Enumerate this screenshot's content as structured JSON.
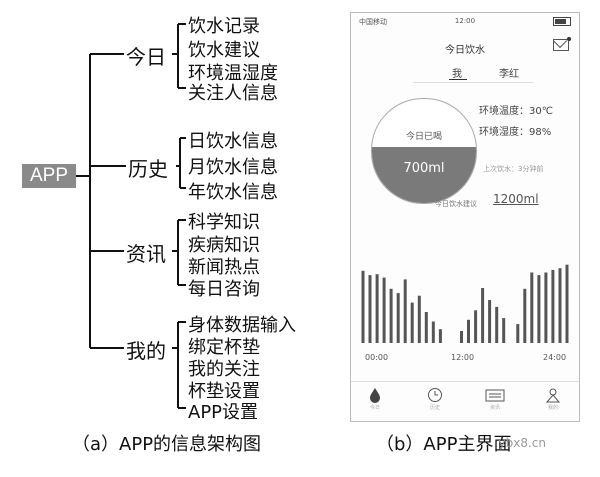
{
  "tree": {
    "root": "APP",
    "groups": [
      {
        "label": "今日",
        "items": [
          "饮水记录",
          "饮水建议",
          "环境温湿度",
          "关注人信息"
        ]
      },
      {
        "label": "历史",
        "items": [
          "日饮水信息",
          "月饮水信息",
          "年饮水信息"
        ]
      },
      {
        "label": "资讯",
        "items": [
          "科学知识",
          "疾病知识",
          "新闻热点",
          "每日咨询"
        ]
      },
      {
        "label": "我的",
        "items": [
          "身体数据输入",
          "绑定杯垫",
          "我的关注",
          "杯垫设置",
          "APP设置"
        ]
      }
    ]
  },
  "captions": {
    "a": "（a）APP的信息架构图",
    "b": "（b）APP主界面"
  },
  "watermark": "ybx8.cn",
  "phone": {
    "status_carrier": "中国移动",
    "status_time": "12:00",
    "title": "今日饮水",
    "tabs": [
      "我",
      "李红"
    ],
    "circle_label": "今日已喝",
    "circle_value": "700ml",
    "env_temp": "环境温度：30℃",
    "env_humidity": "环境湿度：98%",
    "last_drink": "上次饮水：3分钟前",
    "advice_label": "今日饮水建议",
    "advice_value": "1200ml",
    "chart_ticks": [
      "00:00",
      "12:00",
      "24:00"
    ],
    "nav": [
      {
        "icon": "drop-icon",
        "label": "今日"
      },
      {
        "icon": "clock-icon",
        "label": "历史"
      },
      {
        "icon": "news-icon",
        "label": "资讯"
      },
      {
        "icon": "person-icon",
        "label": "我的"
      }
    ]
  },
  "chart_data": {
    "type": "bar",
    "x_tick_labels": [
      "00:00",
      "12:00",
      "24:00"
    ],
    "values": [
      84,
      79,
      80,
      76,
      63,
      58,
      74,
      47,
      55,
      36,
      25,
      16,
      0,
      0,
      14,
      27,
      38,
      64,
      50,
      42,
      29,
      0,
      22,
      63,
      82,
      79,
      82,
      85,
      87,
      91
    ],
    "ylim": [
      0,
      100
    ],
    "grid": false
  }
}
